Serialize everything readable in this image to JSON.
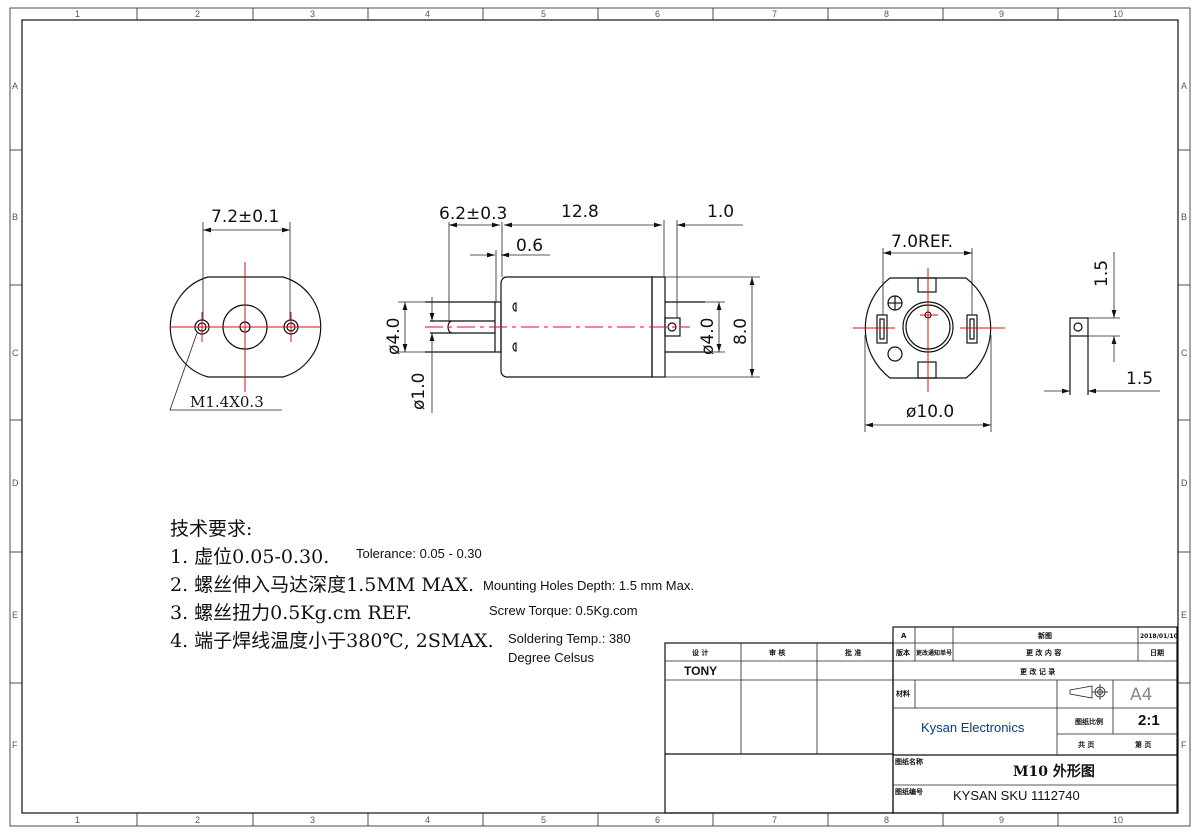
{
  "frame": {
    "columns": [
      "1",
      "2",
      "3",
      "4",
      "5",
      "6",
      "7",
      "8",
      "9",
      "10"
    ],
    "rows": [
      "A",
      "B",
      "C",
      "D",
      "E",
      "F"
    ]
  },
  "front_view": {
    "width_dim": "7.2±0.1",
    "thread_label": "M1.4X0.3"
  },
  "side_view": {
    "shaft_length_dim": "6.2±0.3",
    "body_length_dim": "12.8",
    "rear_dim": "1.0",
    "boss_dim": "0.6",
    "boss_diameter_dim": "ø4.0",
    "shaft_diameter_dim": "ø1.0",
    "rear_boss_diameter_dim": "ø4.0",
    "body_height_dim": "8.0"
  },
  "rear_view": {
    "ref_dim": "7.0REF.",
    "diameter_dim": "ø10.0"
  },
  "terminal_detail": {
    "height_dim": "1.5",
    "width_dim": "1.5"
  },
  "notes": {
    "heading": "技术要求:",
    "items": [
      {
        "cn": "1. 虚位0.05-0.30.",
        "en": "Tolerance: 0.05 - 0.30"
      },
      {
        "cn": "2. 螺丝伸入马达深度1.5MM MAX.",
        "en": "Mounting Holes Depth:  1.5 mm Max."
      },
      {
        "cn": "3. 螺丝扭力0.5Kg.cm REF.",
        "en": "Screw Torque: 0.5Kg.com"
      },
      {
        "cn": "4. 端子焊线温度小于380℃, 2SMAX.",
        "en": "Soldering Temp.: 380",
        "en2": "Degree Celsus"
      }
    ]
  },
  "title_block": {
    "design_label": "设 计",
    "review_label": "审 核",
    "approve_label": "批 准",
    "designer": "TONY",
    "rev_letter": "A",
    "rev_desc": "新图",
    "rev_date": "2018/01/10",
    "version_label": "版本",
    "change_no_label": "更改通知单号",
    "change_content_label": "更 改 内 容",
    "date_label": "日期",
    "change_record_label": "更 改 记 录",
    "material_label": "材料",
    "paper_size": "A4",
    "scale_label": "图纸比例",
    "scale": "2:1",
    "total_pages_label": "共 页",
    "page_label": "第 页",
    "company": "Kysan Electronics",
    "drawing_name_label": "图纸名称",
    "drawing_name": "M10 外形图",
    "drawing_no_label": "图纸编号",
    "drawing_no": "KYSAN SKU 1112740"
  }
}
